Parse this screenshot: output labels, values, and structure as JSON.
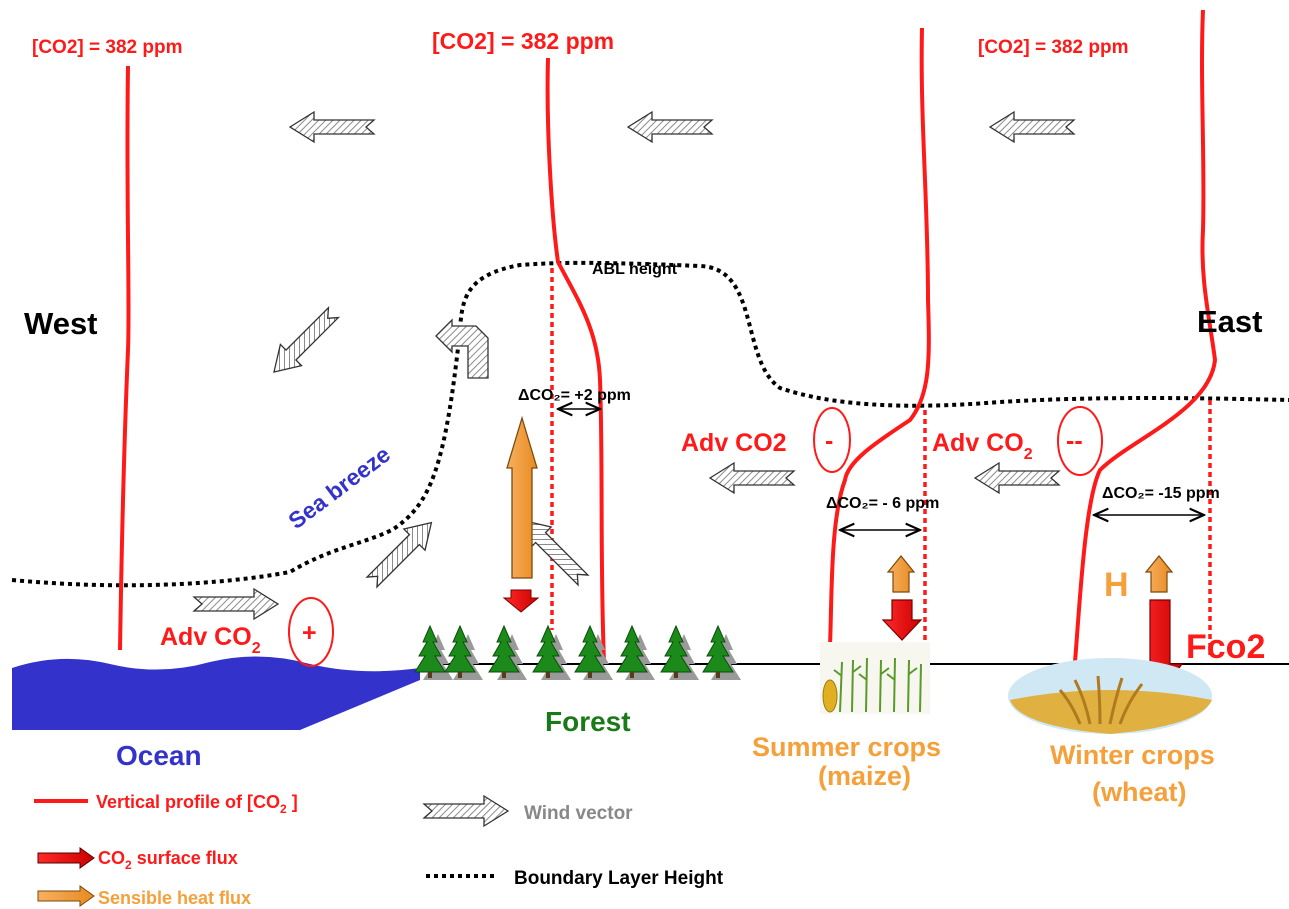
{
  "colors": {
    "co2_profile": "#ff0000",
    "ocean": "#3333cc",
    "forest": "#1a7a1a",
    "crops": "#f5a03a",
    "heat_arrow": "#f5a03a",
    "wind_label": "#888888",
    "boundary_layer": "#000000"
  },
  "labels": {
    "co2_west": "[CO2] = 382 ppm",
    "co2_forest": "[CO2] = 382 ppm",
    "co2_east": "[CO2] = 382 ppm",
    "west": "West",
    "east": "East",
    "abl_height": "ABL height",
    "sea_breeze": "Sea breeze",
    "delta_forest": "ΔCO₂= +2 ppm",
    "delta_summer": "ΔCO₂= - 6 ppm",
    "delta_winter": "ΔCO₂= -15 ppm",
    "adv_co2_mid": "Adv CO2",
    "adv_co2_mid_sign": "-",
    "adv_co2_right": "Adv CO",
    "adv_co2_right_sub": "2",
    "adv_co2_right_sign": "--",
    "adv_co2_left": "Adv CO",
    "adv_co2_left_sub": "2",
    "adv_co2_left_sign": "+",
    "h_label": "H",
    "fco2_label": "Fco2",
    "ocean": "Ocean",
    "forest": "Forest",
    "summer_crops_1": "Summer crops",
    "summer_crops_2": "(maize)",
    "winter_crops_1": "Winter crops",
    "winter_crops_2": "(wheat)"
  },
  "legend": {
    "profile": "Vertical profile of [CO",
    "profile_sub": "2",
    "profile_end": " ]",
    "wind": "Wind vector",
    "co2_flux_pre": "CO",
    "co2_flux_sub": "2",
    "co2_flux_post": " surface flux",
    "heat_flux": "Sensible heat flux",
    "blh": "Boundary Layer Height"
  }
}
